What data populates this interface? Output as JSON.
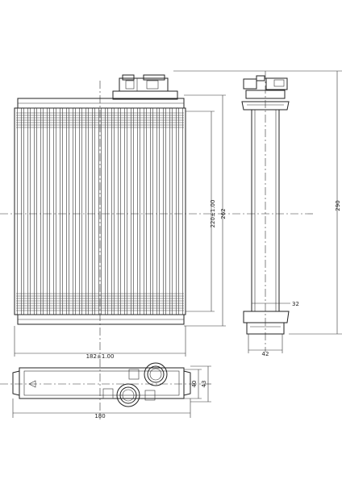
{
  "dimensions": {
    "core_width": "182±1.00",
    "core_height": "220±1.00",
    "overall_height_inner": "262",
    "overall_height": "290",
    "side_width": "42",
    "side_pipe": "32",
    "bottom_width": "180",
    "bottom_depth_inner": "40",
    "bottom_depth": "43"
  }
}
